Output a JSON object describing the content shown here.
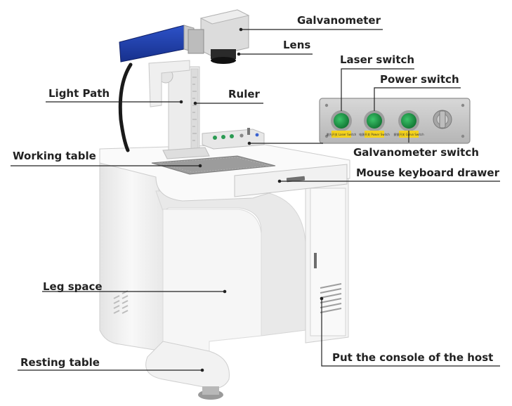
{
  "labels": {
    "galvanometer": "Galvanometer",
    "lens": "Lens",
    "laser_switch": "Laser switch",
    "power_switch": "Power switch",
    "light_path": "Light Path",
    "ruler": "Ruler",
    "galvanometer_switch": "Galvanometer switch",
    "working_table": "Working table",
    "mouse_keyboard_drawer": "Mouse keyboard drawer",
    "leg_space": "Leg space",
    "resting_table": "Resting table",
    "host_console": "Put the console of the host"
  },
  "panel_buttons": {
    "laser": "激光开关 Laser Switch",
    "power": "电源开关 Power Switch",
    "galvo": "振镜开关 Galvo Switch"
  },
  "colors": {
    "machine_body": "#f3f3f3",
    "laser_housing": "#1f3fae",
    "button_green": "#1f9a4a",
    "panel_metal": "#c9c9c9",
    "leader_line": "#222222"
  }
}
